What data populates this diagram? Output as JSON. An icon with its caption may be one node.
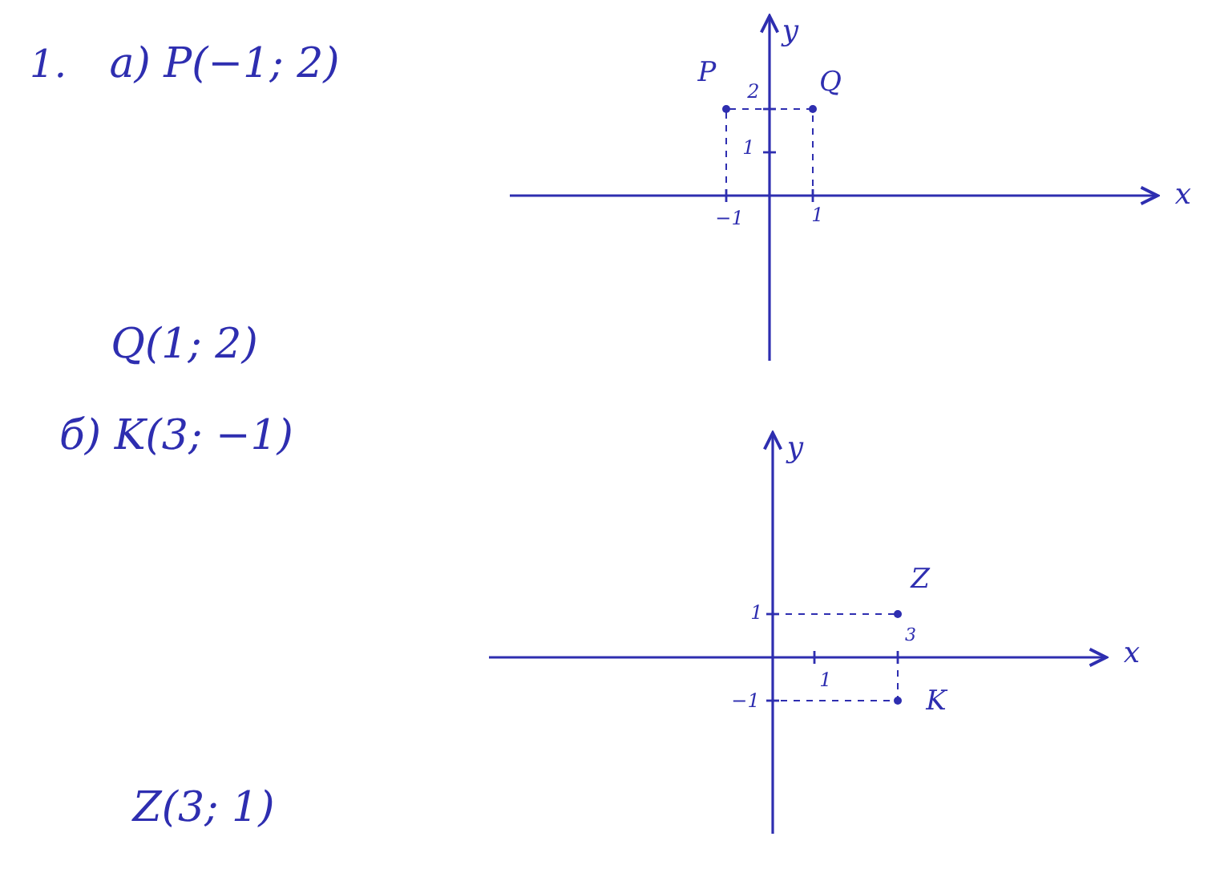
{
  "diagram": {
    "labels": [
      "1.",
      "а) P(−1; 2)",
      "y",
      "P",
      "2",
      "Q",
      "1",
      "x",
      "−1",
      "1",
      "Q(1; 2)",
      "б) K(3; −1)",
      "y",
      "Z",
      "1",
      "3",
      "x",
      "1",
      "−1",
      "K",
      "Z(3; 1)"
    ]
  }
}
